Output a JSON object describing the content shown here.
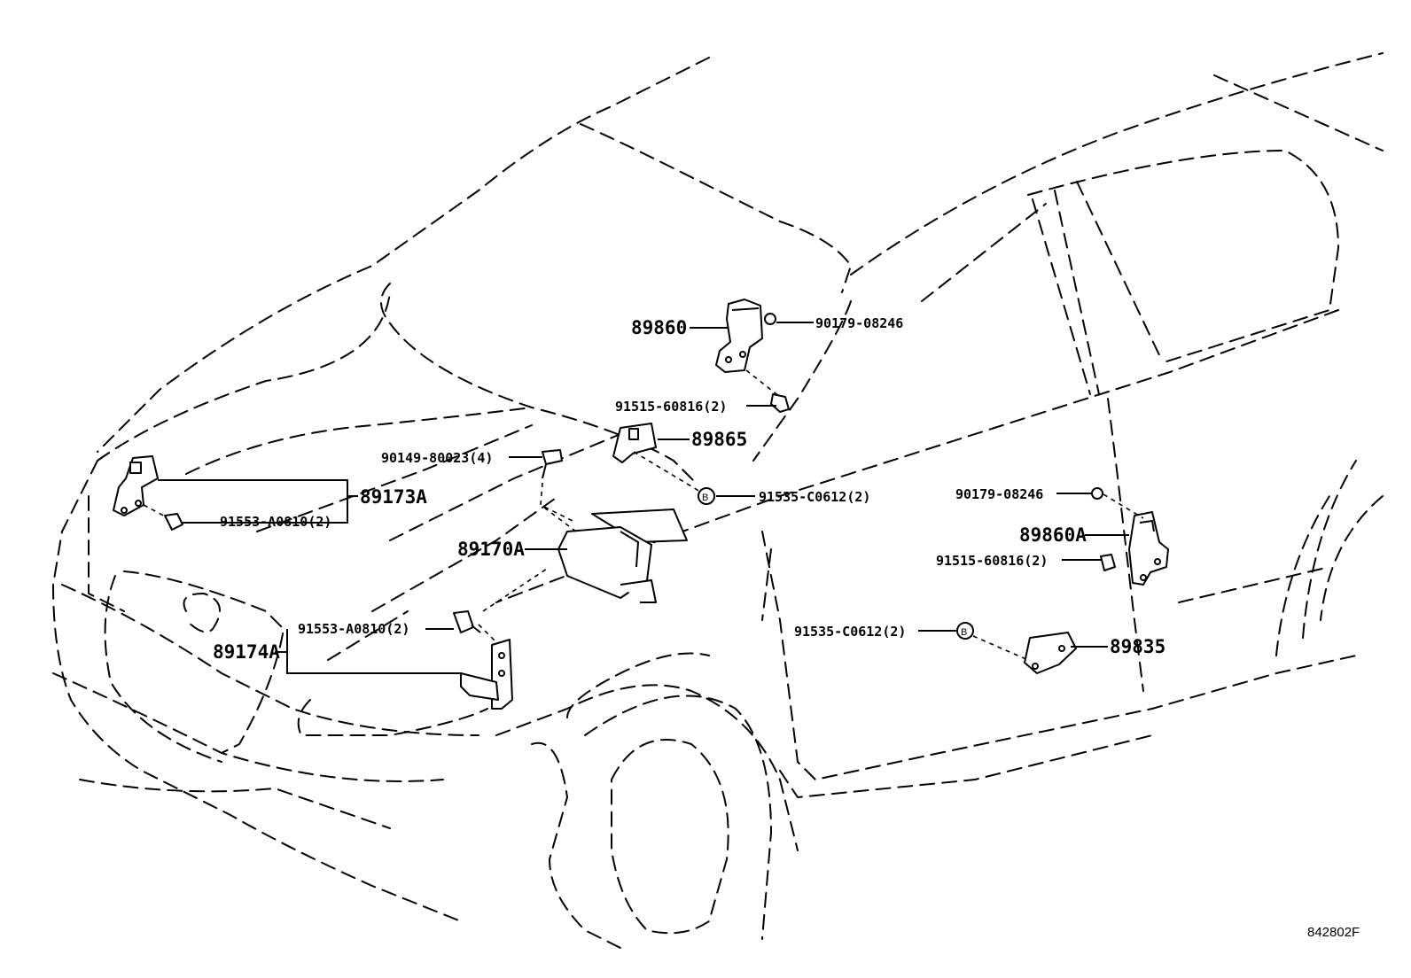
{
  "diagram_id": "842802F",
  "callouts": {
    "c89860": "89860",
    "c90179_top": "90179-08246",
    "c91515_top": "91515-60816(2)",
    "c89865": "89865",
    "c90149": "90149-80023(4)",
    "c91535_mid": "91535-C0612(2)",
    "c89173A": "89173A",
    "c91553_left": "91553-A0810(2)",
    "c89170A": "89170A",
    "c91553_center": "91553-A0810(2)",
    "c89174A": "89174A",
    "c90179_right": "90179-08246",
    "c89860A": "89860A",
    "c91515_right": "91515-60816(2)",
    "c91535_right": "91535-C0612(2)",
    "c89835": "89835"
  }
}
